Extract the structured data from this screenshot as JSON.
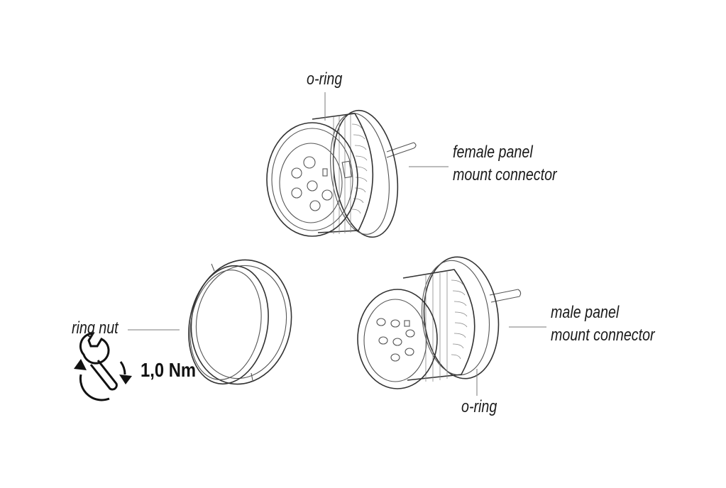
{
  "labels": {
    "oring_top": "o-ring",
    "female": [
      "female panel",
      "mount connector"
    ],
    "male": [
      "male panel",
      "mount connector"
    ],
    "ring_nut": "ring nut",
    "oring_bottom": "o-ring",
    "torque": "1,0 Nm"
  },
  "icons": [
    "wrench-rotate-icon"
  ]
}
